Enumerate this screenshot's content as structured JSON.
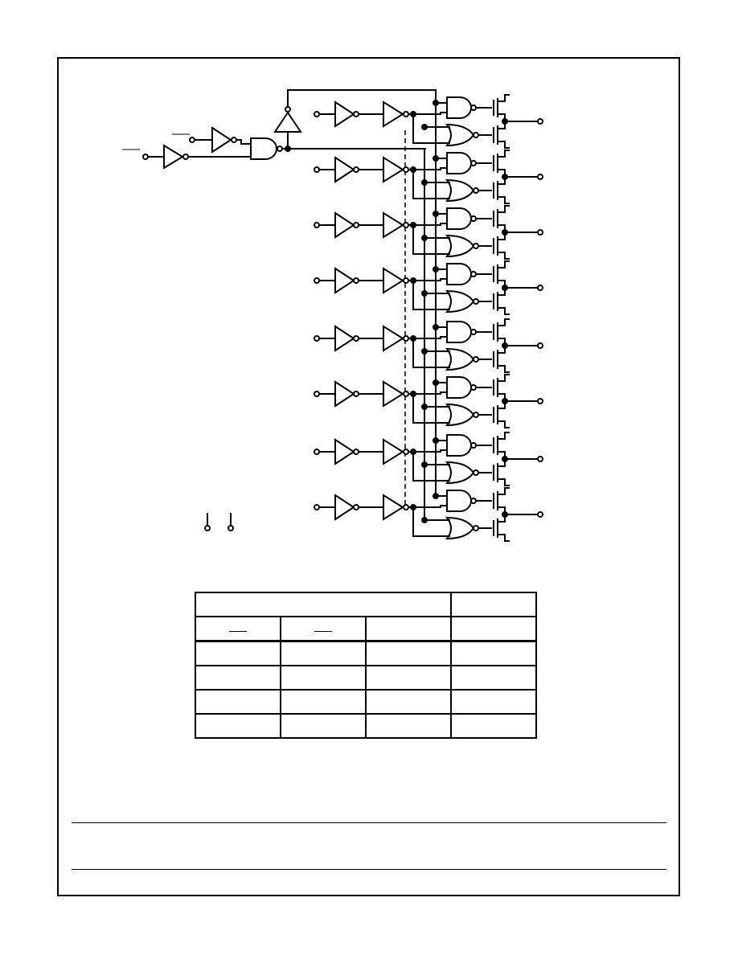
{
  "diagram": {
    "lanes": 8,
    "signals": {
      "control_inputs": 2,
      "data_inputs": 8,
      "outputs": 8,
      "supply_pins": 2
    },
    "icons": {
      "buffer": "triangle-buffer-icon",
      "and_gate": "and-gate-icon",
      "or_gate": "or-gate-icon",
      "transistor": "mosfet-icon",
      "pin": "open-circle-pin-icon"
    }
  },
  "truth_table": {
    "columns": 4,
    "header_row": [
      "",
      ""
    ],
    "sub_header": [
      "",
      "",
      "",
      ""
    ],
    "rows": [
      [
        "",
        "",
        "",
        ""
      ],
      [
        "",
        "",
        "",
        ""
      ],
      [
        "",
        "",
        "",
        ""
      ],
      [
        "",
        "",
        "",
        ""
      ]
    ]
  },
  "footer": {
    "note": ""
  }
}
